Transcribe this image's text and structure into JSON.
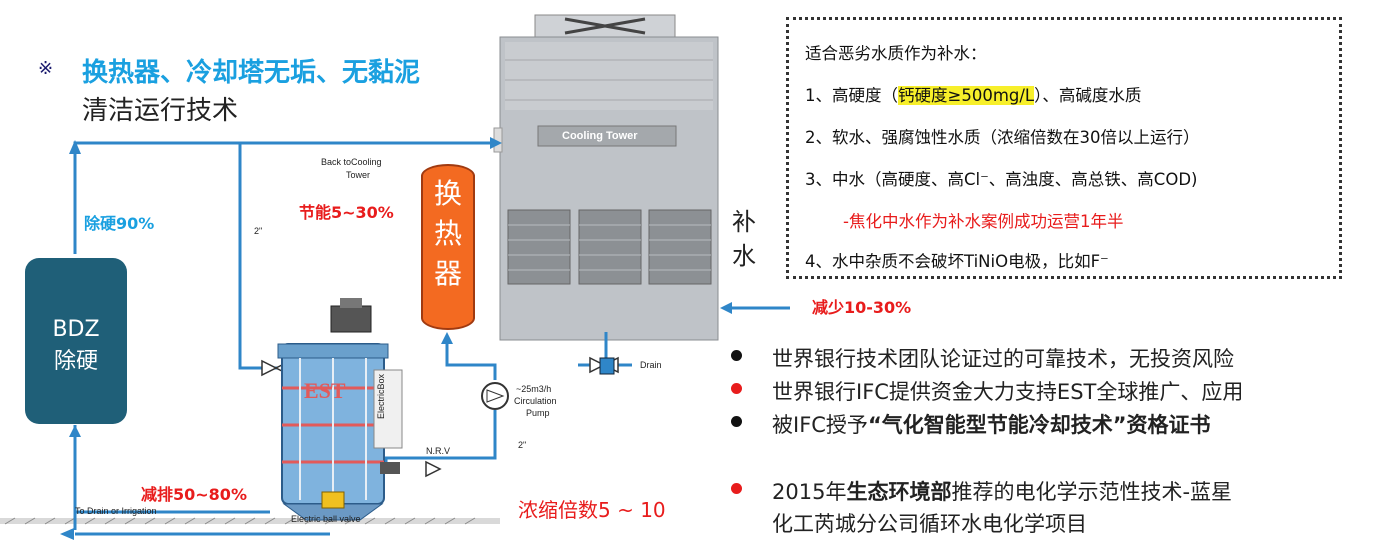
{
  "title": {
    "marker": "※",
    "line1": "换热器、冷却塔无垢、无黏泥",
    "line2": "清洁运行技术"
  },
  "notes": {
    "heading": "适合恶劣水质作为补水：",
    "item1_prefix": "1、高硬度（",
    "item1_highlight": "钙硬度≥500mg/L",
    "item1_suffix": "）、高碱度水质",
    "item2": "2、软水、强腐蚀性水质（浓缩倍数在30倍以上运行）",
    "item3": "3、中水（高硬度、高Cl⁻、高浊度、高总铁、高COD)",
    "item3_sub": "-焦化中水作为补水案例成功运营1年半",
    "item4": "4、水中杂质不会破坏TiNiO电极，比如F⁻"
  },
  "makeup_water": {
    "line1": "补",
    "line2": "水"
  },
  "diagram": {
    "bdz_line1": "BDZ",
    "bdz_line2": "除硬",
    "hardness_removal": "除硬90%",
    "heat_exchanger_1": "换",
    "heat_exchanger_2": "热",
    "heat_exchanger_3": "器",
    "energy_saving": "节能5~30%",
    "emission_reduction": "减排50~80%",
    "reduction": "减少10-30%",
    "concentration": "浓缩倍数5 ~ 10",
    "back_to_tower_1": "Back toCooling",
    "back_to_tower_2": "Tower",
    "pipe_size_1": "2\"",
    "pipe_size_2": "2\"",
    "tower_label": "Cooling Tower",
    "drain": "Drain",
    "pump_1": "~25m3/h",
    "pump_2": "Circulation",
    "pump_3": "Pump",
    "nrv": "N.R.V",
    "electric_box": "ElectricBox",
    "est": "EST",
    "ball_valve": "Electric ball valve",
    "to_drain": "To Drain or Irrigation"
  },
  "bullets": [
    {
      "color": "#111111",
      "text": "世界银行技术团队论证过的可靠技术，无投资风险"
    },
    {
      "color": "#e81c1c",
      "text": "世界银行IFC提供资金大力支持EST全球推广、应用"
    },
    {
      "color": "#111111",
      "text_plain": "被IFC授予",
      "text_bold": "“气化智能型节能冷却技术”资格证书"
    },
    {
      "color": "#e81c1c",
      "text_plain": "2015年",
      "text_bold": "生态环境部",
      "text_rest": "推荐的电化学示范性技术-蓝星",
      "text_line2": "化工芮城分公司循环水电化学项目"
    }
  ],
  "colors": {
    "accent_blue": "#1aa0e0",
    "pipe_blue": "#2f86c8",
    "accent_red": "#e81c1c",
    "bdz": "#1f5f78",
    "heat_exchanger": "#f36a21"
  }
}
